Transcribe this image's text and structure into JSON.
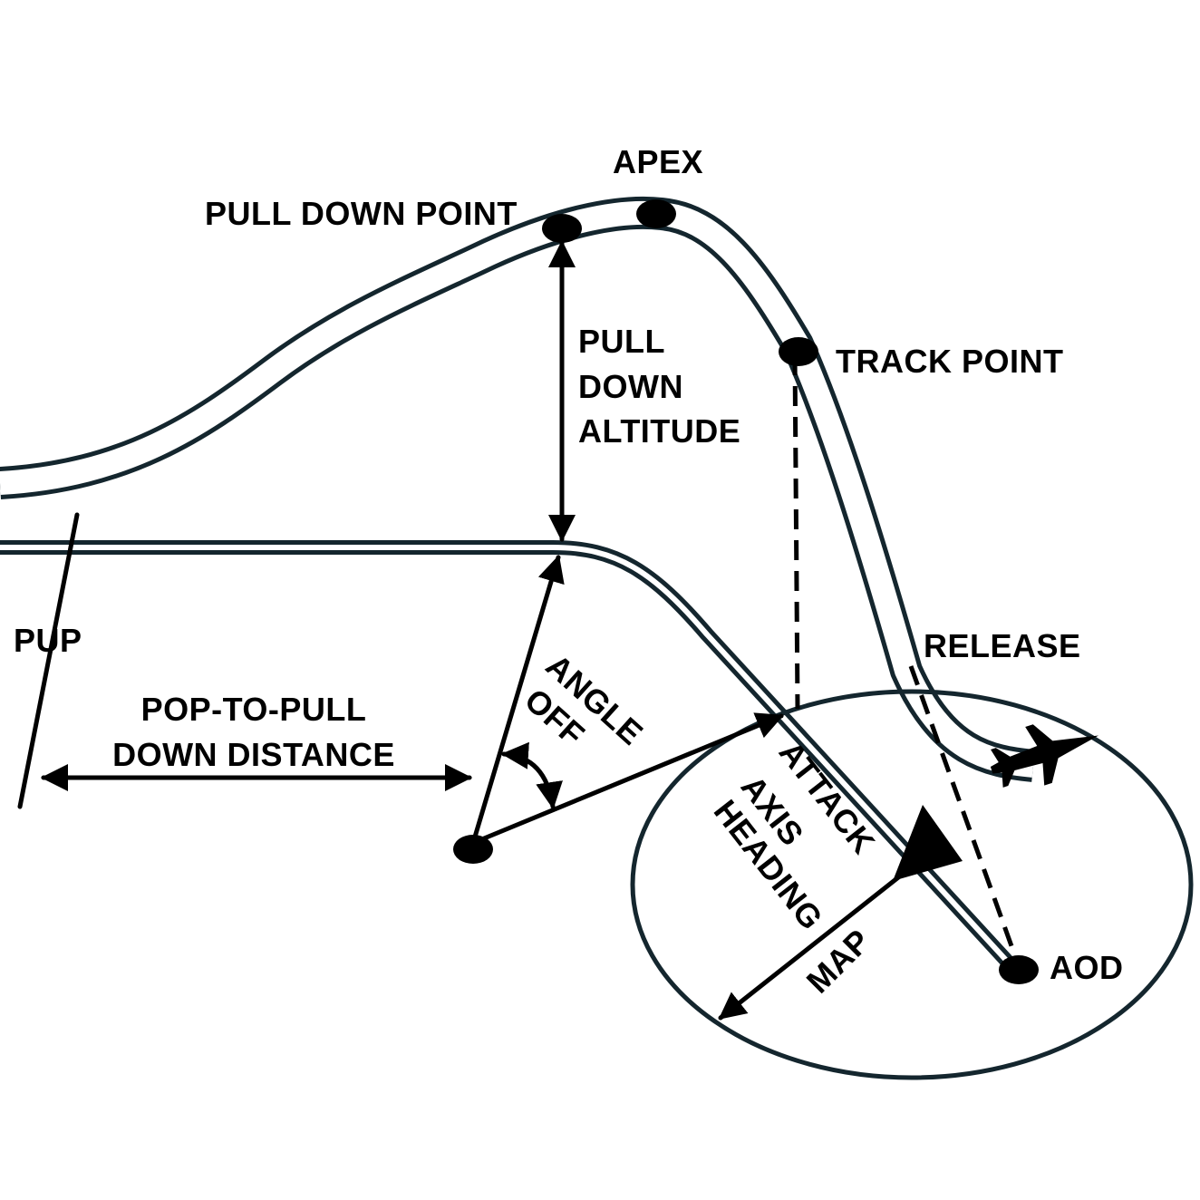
{
  "labels": {
    "apex": "APEX",
    "pull_down_point": "PULL DOWN POINT",
    "pull_down_altitude": [
      "PULL",
      "DOWN",
      "ALTITUDE"
    ],
    "track_point": "TRACK POINT",
    "release": "RELEASE",
    "pup": "PUP",
    "pop_to_pull": [
      "POP-TO-PULL",
      "DOWN DISTANCE"
    ],
    "angle_off": [
      "ANGLE",
      "OFF"
    ],
    "attack_axis_heading": [
      "ATTACK",
      "AXIS",
      "HEADING"
    ],
    "map": "MAP",
    "aod": "AOD"
  },
  "icons": {
    "aircraft": "fighter-jet-icon",
    "direction": "triangle-arrow-icon"
  },
  "colors": {
    "path": "#14262e",
    "ink": "#000000",
    "background": "#ffffff"
  }
}
